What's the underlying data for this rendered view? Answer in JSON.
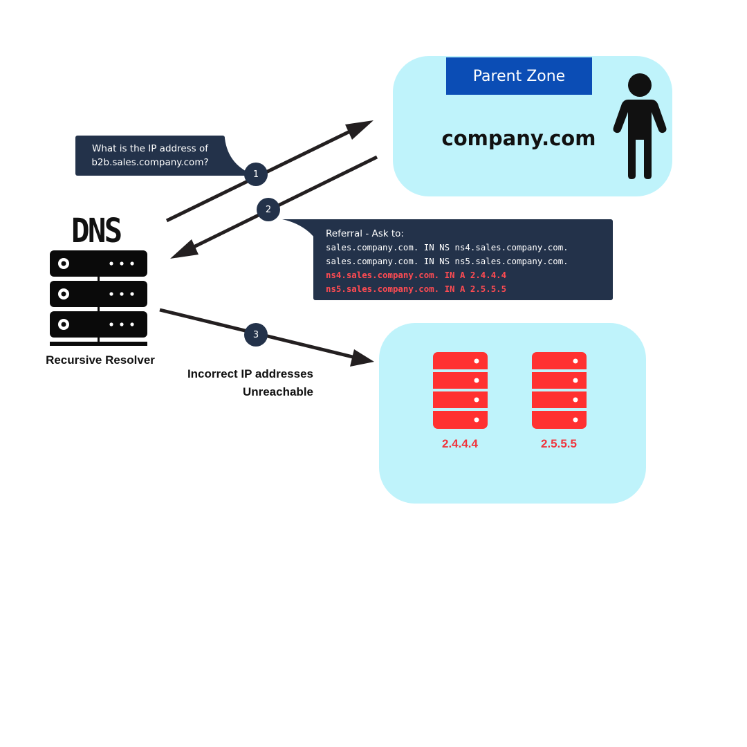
{
  "parent_zone": {
    "header": "Parent Zone",
    "domain": "company.com",
    "admin_icon": "person-icon"
  },
  "query": {
    "line1": "What is the IP address of",
    "line2": "b2b.sales.company.com?"
  },
  "steps": [
    "1",
    "2",
    "3"
  ],
  "referral": {
    "title": "Referral - Ask to:",
    "ns_records": [
      "sales.company.com. IN NS ns4.sales.company.com.",
      "sales.company.com. IN NS ns5.sales.company.com."
    ],
    "a_records": [
      "ns4.sales.company.com. IN A 2.4.4.4",
      "ns5.sales.company.com. IN A 2.5.5.5"
    ]
  },
  "resolver": {
    "logo_text": "DNS",
    "label": "Recursive Resolver",
    "icon": "server-rack-icon"
  },
  "failure": {
    "line1": "Incorrect IP addresses",
    "line2": "Unreachable"
  },
  "child_servers": [
    {
      "ip": "2.4.4.4",
      "icon": "server-icon"
    },
    {
      "ip": "2.5.5.5",
      "icon": "server-icon"
    }
  ],
  "colors": {
    "zone_bg": "#bff3fb",
    "header_blue": "#0b4db5",
    "bubble_navy": "#23324a",
    "error_red": "#f0343c"
  }
}
